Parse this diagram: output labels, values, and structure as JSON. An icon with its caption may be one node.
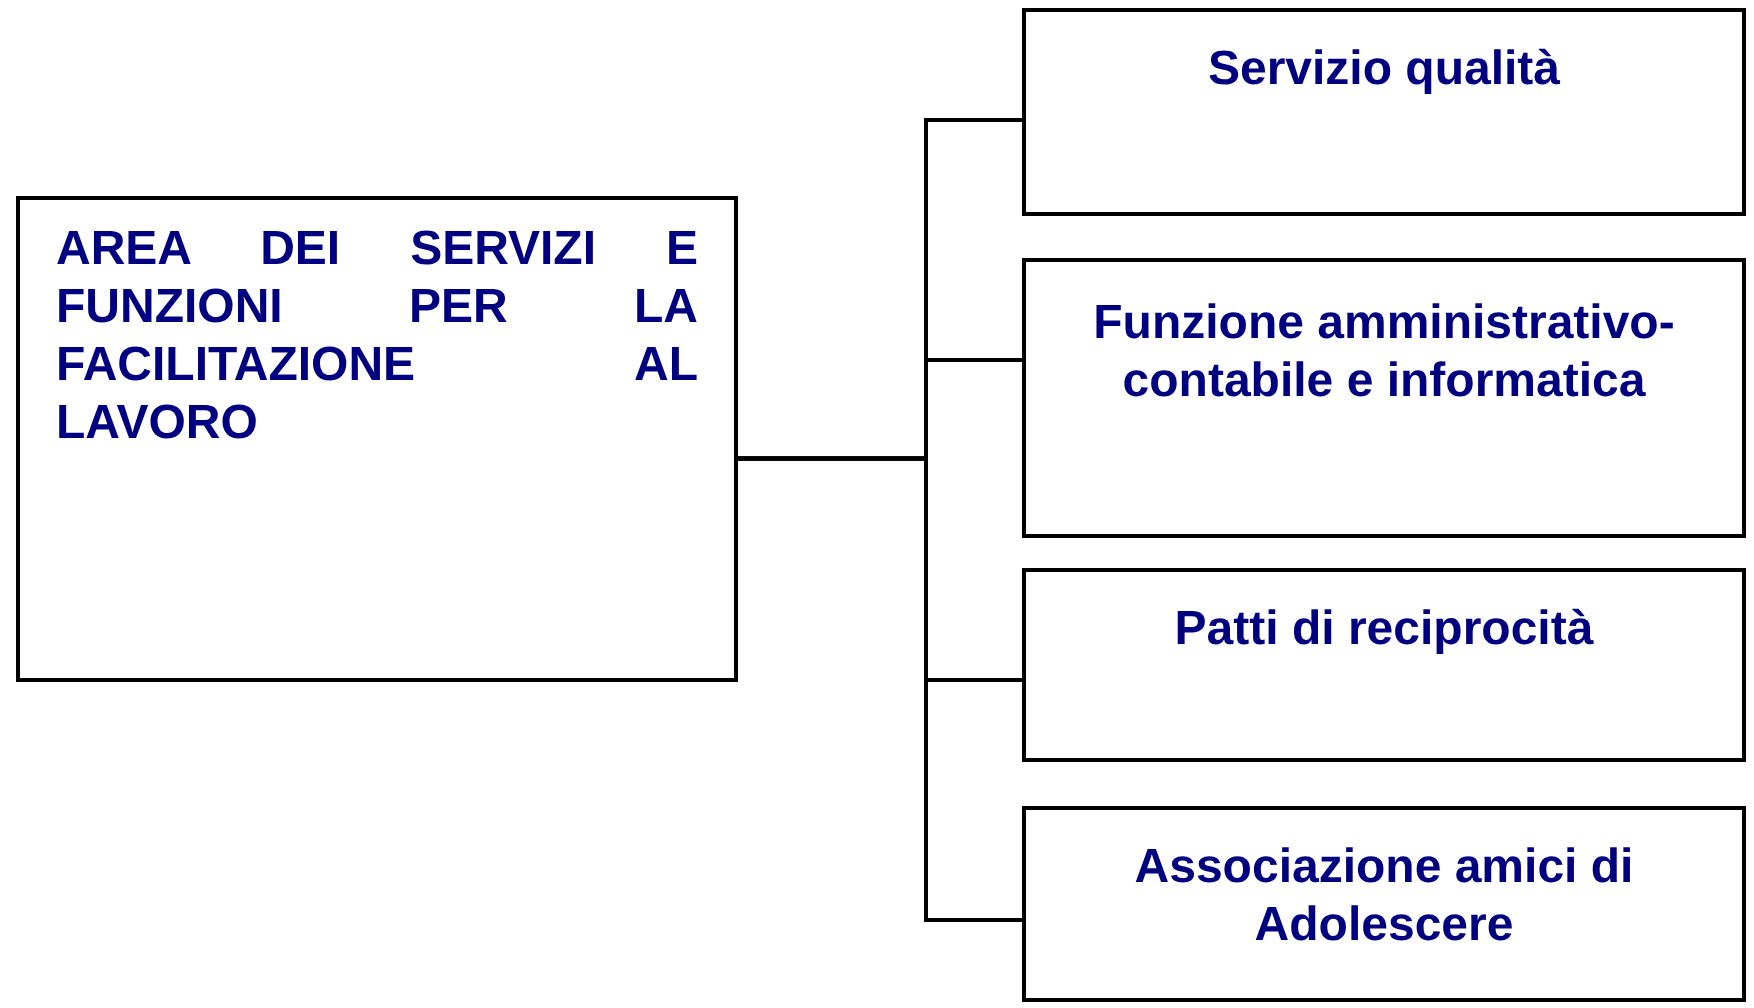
{
  "diagram": {
    "nodes": [
      {
        "text": [
          "AREA DEI SERVIZI E FUNZIONI PER LA FACILITAZIONE AL LAVORO"
        ]
      },
      {
        "text": [
          "Servizio qualità"
        ]
      },
      {
        "text": [
          "Funzione amministrativo-contabile e informatica"
        ]
      },
      {
        "text": [
          "Patti di reciprocità"
        ]
      },
      {
        "text": [
          "Associazione amici di Adolescere"
        ]
      }
    ],
    "edges": [
      {
        "from": 0,
        "to": 1,
        "arrow": "none"
      },
      {
        "from": 0,
        "to": 2,
        "arrow": "none"
      },
      {
        "from": 0,
        "to": 3,
        "arrow": "none"
      },
      {
        "from": 0,
        "to": 4,
        "arrow": "none"
      }
    ]
  }
}
